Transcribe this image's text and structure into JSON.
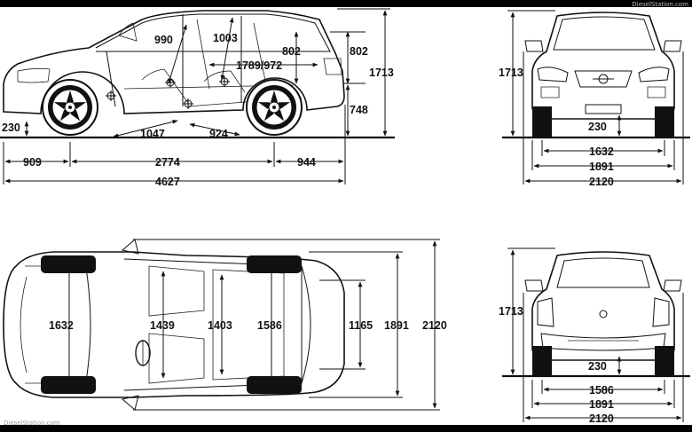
{
  "watermark_top": "DieselStation.com",
  "watermark_bottom": "DieselStation.com",
  "side_view": {
    "headroom_front": "990",
    "headroom_rear": "1003",
    "cargo_height": "802",
    "cargo_length": "1789/972",
    "overall_height": "1713",
    "rear_height": "802",
    "load_sill": "748",
    "ground_clearance": "230",
    "legroom_front": "1047",
    "legroom_rear": "924",
    "front_overhang": "909",
    "wheelbase": "2774",
    "rear_overhang": "944",
    "overall_length": "4627"
  },
  "front_view": {
    "overall_height": "1713",
    "ground_clearance": "230",
    "track_front": "1632",
    "body_width": "1891",
    "width_mirrors": "2120"
  },
  "top_view": {
    "track_front": "1632",
    "shoulder_front": "1439",
    "shoulder_rear": "1403",
    "track_rear": "1586",
    "cargo_width": "1165",
    "body_width": "1891",
    "width_mirrors": "2120"
  },
  "rear_view": {
    "overall_height": "1713",
    "ground_clearance": "230",
    "track_rear": "1586",
    "body_width": "1891",
    "width_mirrors": "2120"
  },
  "icons": [
    "volvo-logo-icon",
    "arrow-head-icon",
    "hip-point-icon",
    "wheel-icon"
  ]
}
